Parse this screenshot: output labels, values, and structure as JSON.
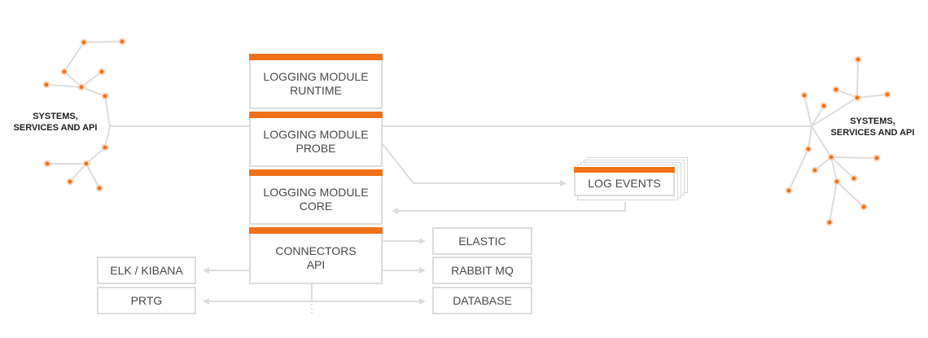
{
  "systems": {
    "left_label": [
      "SYSTEMS,",
      "SERVICES AND API"
    ],
    "right_label": [
      "SYSTEMS,",
      "SERVICES AND API"
    ]
  },
  "modules": [
    {
      "line1": "LOGGING MODULE",
      "line2": "RUNTIME"
    },
    {
      "line1": "LOGGING MODULE",
      "line2": "PROBE"
    },
    {
      "line1": "LOGGING MODULE",
      "line2": "CORE"
    },
    {
      "line1": "CONNECTORS",
      "line2": "API"
    }
  ],
  "log_events": "LOG EVENTS",
  "left_targets": [
    "ELK / KIBANA",
    "PRTG"
  ],
  "right_targets": [
    "ELASTIC",
    "RABBIT MQ",
    "DATABASE"
  ],
  "colors": {
    "accent": "#f07119",
    "line": "#dcdcdc",
    "text": "#4a4a4a"
  }
}
